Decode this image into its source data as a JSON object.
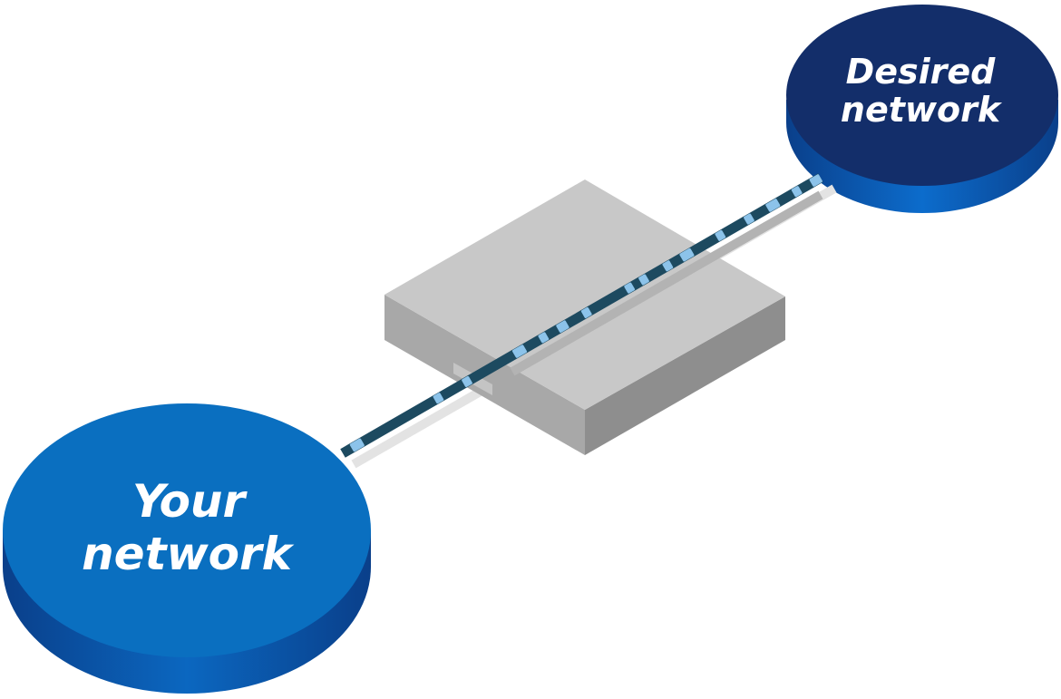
{
  "nodes": {
    "source": {
      "label_line1": "Your",
      "label_line2": "network"
    },
    "target": {
      "label_line1": "Desired",
      "label_line2": "network"
    }
  },
  "colors": {
    "source_top": "#0a6fc0",
    "source_side": "#0b4fa0",
    "target_top": "#132e6a",
    "target_side": "#0b55a8",
    "cable": "#1d4a60",
    "packet": "#8cc3ea",
    "box_top": "#c9c9c9",
    "box_left": "#a6a6a6",
    "box_right": "#8f8f8f"
  }
}
